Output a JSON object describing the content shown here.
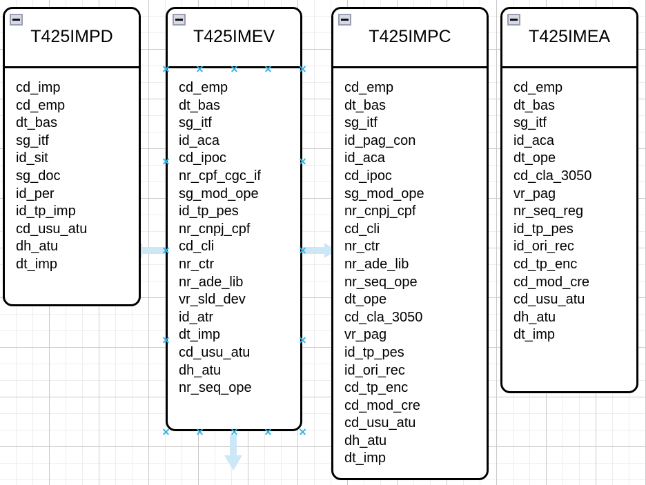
{
  "canvas": {
    "background": "#ffffff",
    "grid_minor_color": "#ededed",
    "grid_major_color": "#c9c9c9",
    "selection_color": "#33b5e8",
    "connector_color": "#cce8f7",
    "border_color": "#000000"
  },
  "collapse_icon": "minimize-icon",
  "entities": [
    {
      "name": "T425IMPD",
      "selected": false,
      "fields": [
        "cd_imp",
        "cd_emp",
        "dt_bas",
        "sg_itf",
        "id_sit",
        "sg_doc",
        "id_per",
        "id_tp_imp",
        "cd_usu_atu",
        "dh_atu",
        "dt_imp"
      ]
    },
    {
      "name": "T425IMEV",
      "selected": true,
      "fields": [
        "cd_emp",
        "dt_bas",
        "sg_itf",
        "id_aca",
        "cd_ipoc",
        "nr_cpf_cgc_if",
        "sg_mod_ope",
        "id_tp_pes",
        "nr_cnpj_cpf",
        "cd_cli",
        "nr_ctr",
        "nr_ade_lib",
        "vr_sld_dev",
        "id_atr",
        "dt_imp",
        "cd_usu_atu",
        "dh_atu",
        "nr_seq_ope"
      ]
    },
    {
      "name": "T425IMPC",
      "selected": false,
      "fields": [
        "cd_emp",
        "dt_bas",
        "sg_itf",
        "id_pag_con",
        "id_aca",
        "cd_ipoc",
        "sg_mod_ope",
        "nr_cnpj_cpf",
        "cd_cli",
        "nr_ctr",
        "nr_ade_lib",
        "nr_seq_ope",
        "dt_ope",
        "cd_cla_3050",
        "vr_pag",
        "id_tp_pes",
        "id_ori_rec",
        "cd_tp_enc",
        "cd_mod_cre",
        "cd_usu_atu",
        "dh_atu",
        "dt_imp"
      ]
    },
    {
      "name": "T425IMEA",
      "selected": false,
      "fields": [
        "cd_emp",
        "dt_bas",
        "sg_itf",
        "id_aca",
        "dt_ope",
        "cd_cla_3050",
        "vr_pag",
        "nr_seq_reg",
        "id_tp_pes",
        "id_ori_rec",
        "cd_tp_enc",
        "cd_mod_cre",
        "cd_usu_atu",
        "dh_atu",
        "dt_imp"
      ]
    }
  ],
  "connectors": [
    {
      "name": "connector-imev-to-impd",
      "direction": "left"
    },
    {
      "name": "connector-imev-to-impc",
      "direction": "right"
    },
    {
      "name": "connector-imev-top",
      "direction": "up"
    },
    {
      "name": "connector-imev-bottom",
      "direction": "down"
    }
  ]
}
